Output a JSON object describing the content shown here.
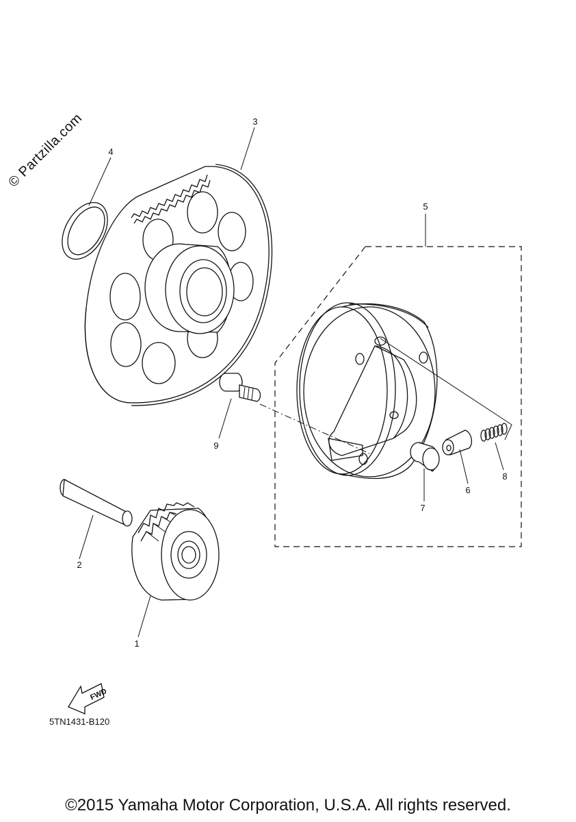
{
  "watermark": "© Partzilla.com",
  "callouts": {
    "p1": "1",
    "p2": "2",
    "p3": "3",
    "p4": "4",
    "p5": "5",
    "p6": "6",
    "p7": "7",
    "p8": "8",
    "p9": "9"
  },
  "fwd_label": "FWD",
  "diagram_code": "5TN1431-B120",
  "copyright": "©2015 Yamaha Motor Corporation, U.S.A. All rights reserved."
}
